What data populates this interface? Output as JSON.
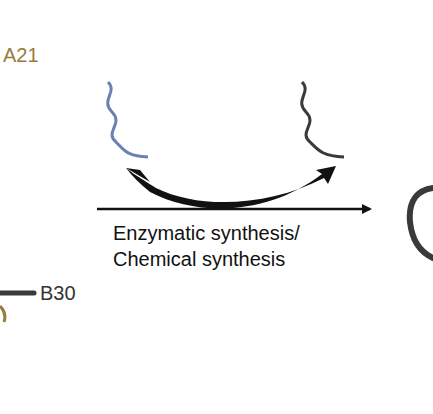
{
  "diagram": {
    "labels": [
      "A21",
      "B30",
      "Enzymatic synthesis/ Chemical synthesis"
    ]
  }
}
